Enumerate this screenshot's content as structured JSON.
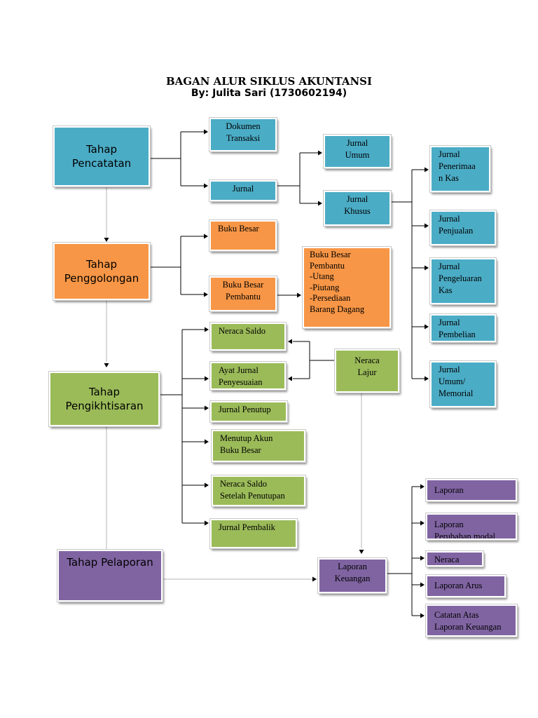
{
  "title": "BAGAN ALUR SIKLUS AKUNTANSI",
  "subtitle": "By: Julita Sari (1730602194)",
  "colors": {
    "pencatatan": "#4bacc6",
    "penggolongan": "#f79646",
    "pengikhtisaran": "#9bbb59",
    "pelaporan": "#8064a2"
  },
  "stages": {
    "pencatatan": "Tahap\nPencatatan",
    "penggolongan": "Tahap\nPenggolongan",
    "pengikhtisaran": "Tahap\nPengikhtisaran",
    "pelaporan": "Tahap Pelaporan"
  },
  "pencatatan": {
    "dokumen_transaksi": "Dokumen\nTransaksi",
    "jurnal": "Jurnal",
    "jurnal_umum": "Jurnal\nUmum",
    "jurnal_khusus": "Jurnal\nKhusus",
    "khusus_items": [
      "Jurnal\nPenerimaa\nn Kas",
      "Jurnal\nPenjualan",
      "Jurnal\nPengeluaran\nKas",
      "Jurnal\nPembelian",
      "Jurnal\nUmum/\nMemorial"
    ]
  },
  "penggolongan": {
    "buku_besar": "Buku Besar",
    "buku_besar_pembantu": "Buku Besar\nPembantu",
    "pembantu_detail": "Buku Besar\nPembantu\n-Utang\n-Piutang\n-Persediaan\nBarang Dagang"
  },
  "pengikhtisaran": {
    "items": [
      "Neraca Saldo",
      "Ayat  Jurnal\nPenyesuaian",
      "Jurnal Penutup",
      "Menutup Akun\nBuku Besar",
      "Neraca  Saldo\nSetelah Penutupan",
      "Jurnal Pembalik"
    ],
    "neraca_lajur": "Neraca\nLajur"
  },
  "pelaporan": {
    "laporan_keuangan": "Laporan\nKeuangan",
    "reports": [
      "Laporan",
      "Laporan\nPerubahan modal",
      "Neraca",
      "Laporan Arus",
      "Catatan Atas\nLaporan Keuangan"
    ]
  }
}
